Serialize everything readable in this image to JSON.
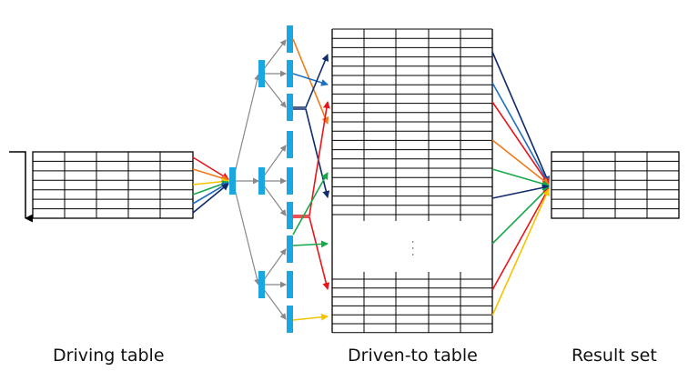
{
  "captions": {
    "driving_table": "Driving table",
    "driven_table": "Driven-to table",
    "result_set": "Result set"
  },
  "colors": {
    "index_node": "#1aa7e0",
    "tree_edge": "#888888",
    "grid": "#000000",
    "arrow_red": "#e8161b",
    "arrow_orange": "#f07a1a",
    "arrow_yellow": "#f5c400",
    "arrow_green": "#17a84a",
    "arrow_blue": "#1f6fbf",
    "arrow_navy": "#0f2b6b"
  },
  "driven_table": {
    "gap_marker": ". . ."
  }
}
